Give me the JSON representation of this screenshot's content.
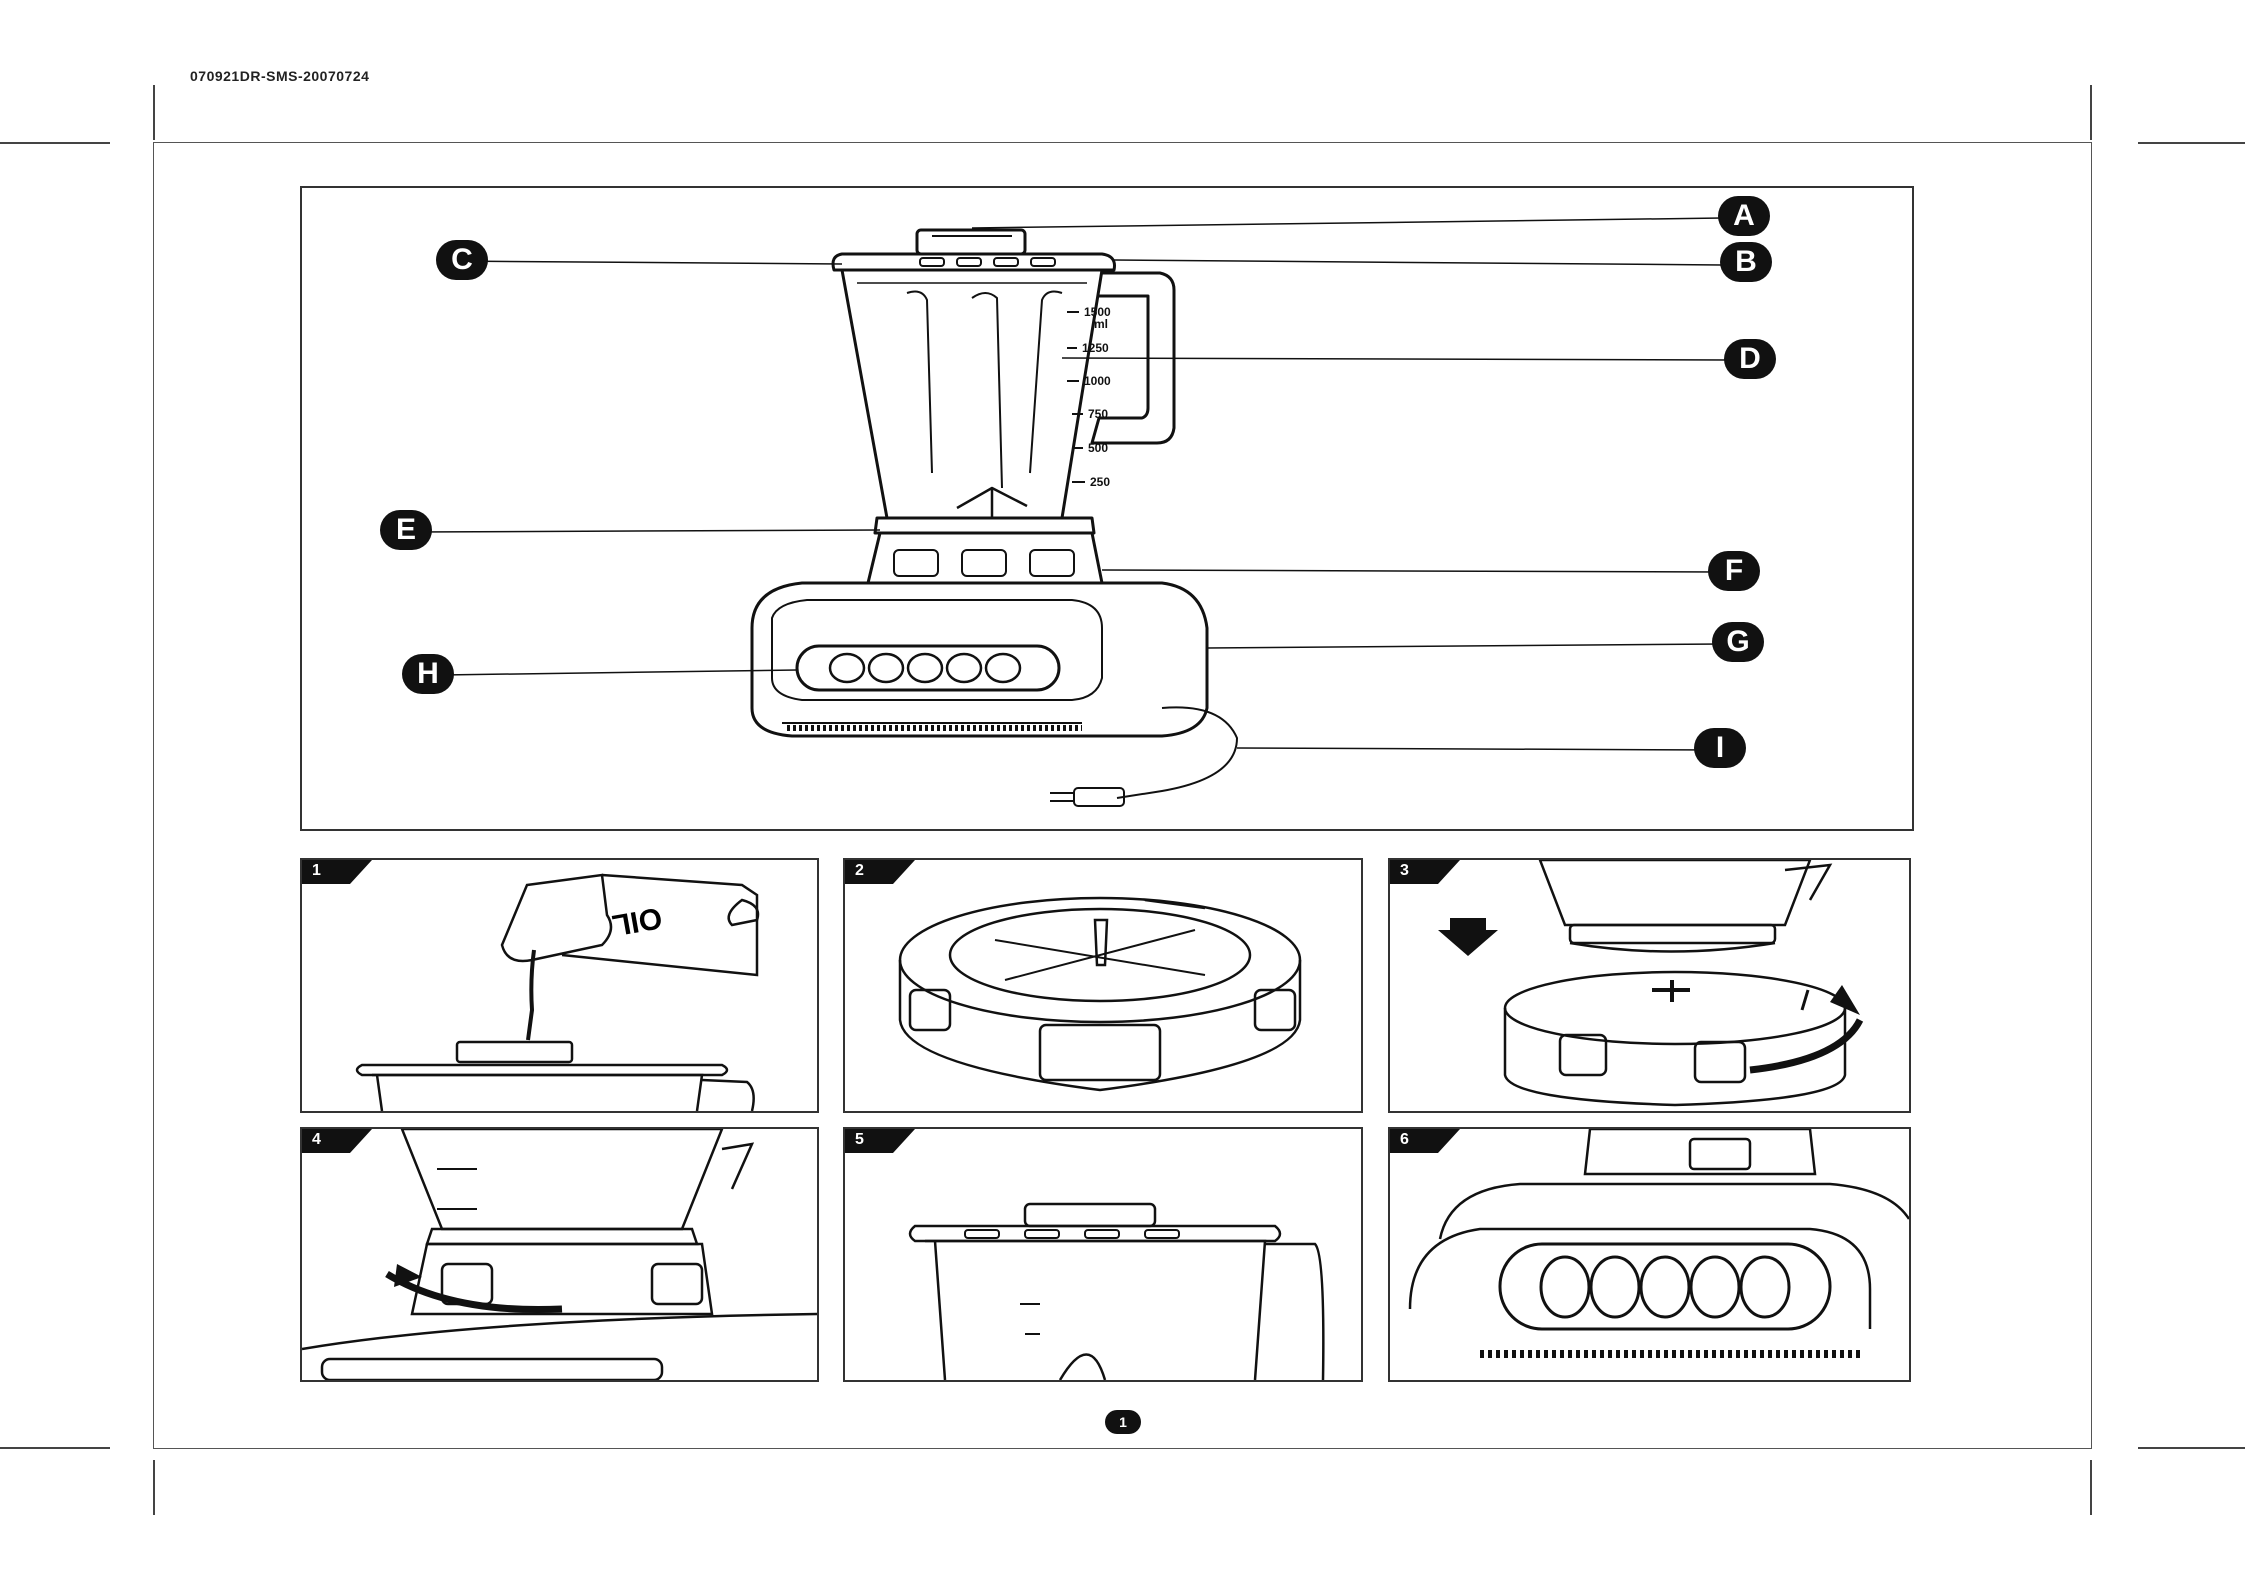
{
  "header": {
    "job_code": "070921DR-SMS-20070724"
  },
  "diagram": {
    "labels": [
      {
        "id": "A",
        "text": "A"
      },
      {
        "id": "B",
        "text": "B"
      },
      {
        "id": "C",
        "text": "C"
      },
      {
        "id": "D",
        "text": "D"
      },
      {
        "id": "E",
        "text": "E"
      },
      {
        "id": "F",
        "text": "F"
      },
      {
        "id": "G",
        "text": "G"
      },
      {
        "id": "H",
        "text": "H"
      },
      {
        "id": "I",
        "text": "I"
      }
    ],
    "scale": {
      "top": "1500",
      "unit": "ml",
      "marks": [
        "1250",
        "1000",
        "750",
        "500",
        "250"
      ]
    }
  },
  "steps": [
    {
      "number": "1",
      "container_text": "OIL"
    },
    {
      "number": "2"
    },
    {
      "number": "3"
    },
    {
      "number": "4"
    },
    {
      "number": "5"
    },
    {
      "number": "6"
    }
  ],
  "footer": {
    "page_number": "1"
  }
}
